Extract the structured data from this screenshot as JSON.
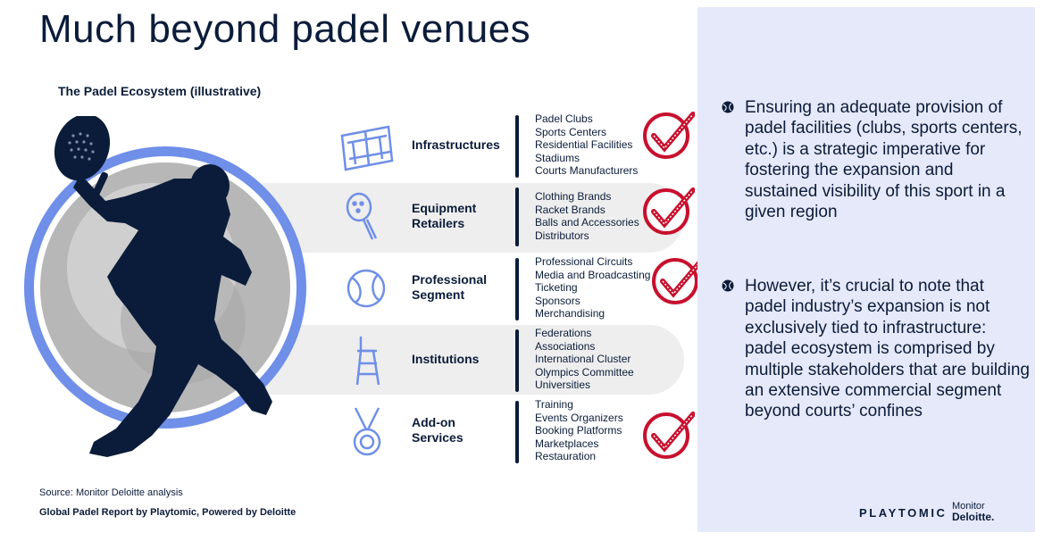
{
  "title": "Much beyond padel venues",
  "subtitle": "The Padel Ecosystem (illustrative)",
  "rows": [
    {
      "label_1": "Infrastructures",
      "label_2": "",
      "icon": "court-icon",
      "checked": true,
      "items": [
        "Padel Clubs",
        "Sports Centers",
        "Residential Facilities",
        "Stadiums",
        "Courts Manufacturers"
      ]
    },
    {
      "label_1": "Equipment",
      "label_2": "Retailers",
      "icon": "racket-icon",
      "checked": true,
      "items": [
        "Clothing Brands",
        "Racket Brands",
        "Balls and Accessories",
        "Distributors"
      ]
    },
    {
      "label_1": "Professional",
      "label_2": "Segment",
      "icon": "ball-icon",
      "checked": true,
      "items": [
        "Professional Circuits",
        "Media and Broadcasting",
        "Ticketing",
        "Sponsors",
        "Merchandising"
      ]
    },
    {
      "label_1": "Institutions",
      "label_2": "",
      "icon": "umpire-chair-icon",
      "checked": false,
      "items": [
        "Federations",
        "Associations",
        "International Cluster",
        "Olympics Committee",
        "Universities"
      ]
    },
    {
      "label_1": "Add-on",
      "label_2": "Services",
      "icon": "medal-icon",
      "checked": true,
      "items": [
        "Training",
        "Events Organizers",
        "Booking Platforms",
        "Marketplaces",
        "Restauration"
      ]
    }
  ],
  "bullets": [
    "Ensuring an adequate provision of padel facilities (clubs, sports centers, etc.) is a strategic imperative for fostering the expansion and sustained visibility of this sport in a given region",
    "However, it’s crucial to note that padel industry’s expansion is not exclusively tied to infrastructure: padel ecosystem is comprised by multiple stakeholders that are building an extensive commercial segment beyond courts’ confines"
  ],
  "source": "Source: Monitor Deloitte analysis",
  "footer": "Global Padel Report by Playtomic,  Powered by Deloitte",
  "logos": {
    "playtomic": "PLAYTOMIC",
    "monitor": "Monitor",
    "deloitte": "Deloitte."
  },
  "colors": {
    "accent_blue": "#6f8fe8",
    "navy": "#0b1c3a",
    "check_red": "#c8102e",
    "panel": "#e6e9fa"
  }
}
